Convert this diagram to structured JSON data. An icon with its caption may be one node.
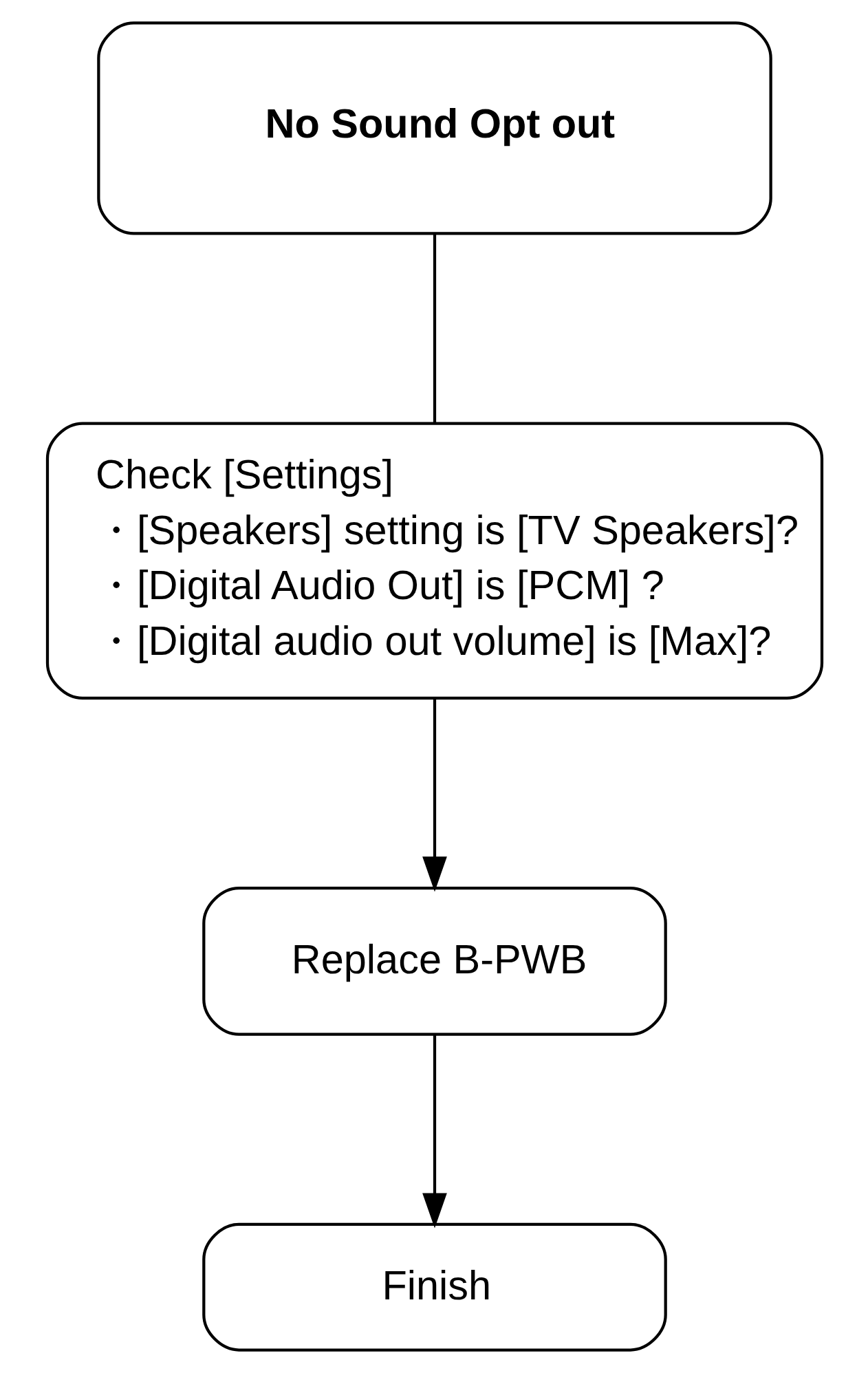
{
  "diagram": {
    "nodes": [
      {
        "text": [
          "No Sound Opt out"
        ]
      },
      {
        "text": [
          "Check [Settings]",
          "・[Speakers] setting is [TV Speakers]?",
          "・[Digital Audio Out] is [PCM] ?",
          "・[Digital audio out volume] is [Max]?"
        ]
      },
      {
        "text": [
          "Replace B-PWB"
        ]
      },
      {
        "text": [
          "Finish"
        ]
      }
    ],
    "edges": [
      {
        "from": 0,
        "to": 1,
        "arrow": "none"
      },
      {
        "from": 1,
        "to": 2,
        "arrow": "to"
      },
      {
        "from": 2,
        "to": 3,
        "arrow": "to"
      }
    ]
  }
}
